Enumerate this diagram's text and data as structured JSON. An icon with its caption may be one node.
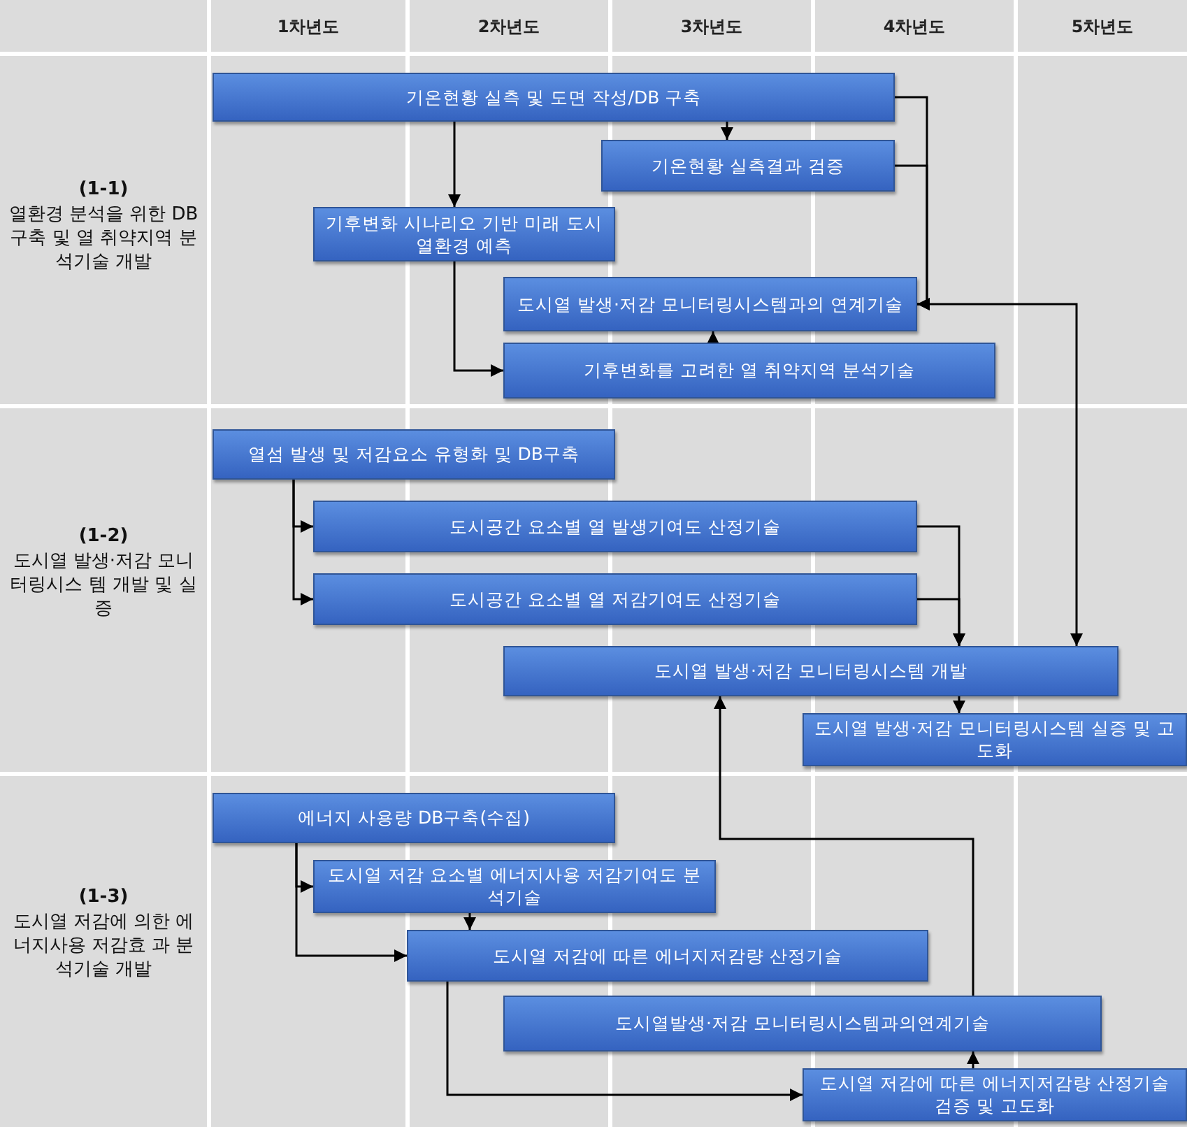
{
  "diagram": {
    "nodes": [
      {
        "text": [
          "기온현황 실측 및 도면 작성/DB 구축"
        ]
      },
      {
        "text": [
          "기온현황 실측결과 검증"
        ]
      },
      {
        "text": [
          "기후변화 시나리오 기반 미래 도시열환경 예측"
        ]
      },
      {
        "text": [
          "도시열 발생·저감 모니터링시스템과의 연계기술"
        ]
      },
      {
        "text": [
          "기후변화를 고려한 열 취약지역 분석기술"
        ]
      },
      {
        "text": [
          "열섬 발생 및 저감요소 유형화 및 DB구축"
        ]
      },
      {
        "text": [
          "도시공간 요소별 열 발생기여도 산정기술"
        ]
      },
      {
        "text": [
          "도시공간 요소별 열 저감기여도 산정기술"
        ]
      },
      {
        "text": [
          "도시열 발생·저감 모니터링시스템 개발"
        ]
      },
      {
        "text": [
          "도시열 발생·저감 모니터링시스템 실증 및 고도화"
        ]
      },
      {
        "text": [
          "에너지 사용량 DB구축(수집)"
        ]
      },
      {
        "text": [
          "도시열 저감 요소별 에너지사용 저감기여도 분석기술"
        ]
      },
      {
        "text": [
          "도시열 저감에 따른 에너지저감량 산정기술"
        ]
      },
      {
        "text": [
          "도시열발생·저감 모니터링시스템과의연계기술"
        ]
      },
      {
        "text": [
          "도시열 저감에 따른 에너지저감량 산정기술 검증 및 고도화"
        ]
      }
    ],
    "edges": [
      {
        "from": 0,
        "to": 1,
        "arrow": "to"
      },
      {
        "from": 0,
        "to": 2,
        "arrow": "to"
      },
      {
        "from": 0,
        "to": 3,
        "arrow": "to"
      },
      {
        "from": 1,
        "to": 3,
        "arrow": "to"
      },
      {
        "from": 2,
        "to": 4,
        "arrow": "to"
      },
      {
        "from": 4,
        "to": 3,
        "arrow": "to"
      },
      {
        "from": 3,
        "to": 8,
        "arrow": "to"
      },
      {
        "from": 5,
        "to": 6,
        "arrow": "to"
      },
      {
        "from": 5,
        "to": 7,
        "arrow": "to"
      },
      {
        "from": 6,
        "to": 8,
        "arrow": "to"
      },
      {
        "from": 7,
        "to": 8,
        "arrow": "to"
      },
      {
        "from": 8,
        "to": 9,
        "arrow": "to"
      },
      {
        "from": 13,
        "to": 8,
        "arrow": "to"
      },
      {
        "from": 10,
        "to": 11,
        "arrow": "to"
      },
      {
        "from": 10,
        "to": 12,
        "arrow": "to"
      },
      {
        "from": 11,
        "to": 12,
        "arrow": "to"
      },
      {
        "from": 12,
        "to": 14,
        "arrow": "to"
      },
      {
        "from": 14,
        "to": 13,
        "arrow": "to"
      }
    ],
    "labels": [
      "1차년도",
      "2차년도",
      "3차년도",
      "4차년도",
      "5차년도",
      "(1-1)",
      "열환경 분석을 위한 DB 구축 및 열 취약지역 분석기술 개발",
      "(1-2)",
      "도시열 발생·저감 모니터링시스 템 개발 및 실증",
      "(1-3)",
      "도시열 저감에 의한 에너지사용 저감효 과 분석기술 개발"
    ]
  }
}
